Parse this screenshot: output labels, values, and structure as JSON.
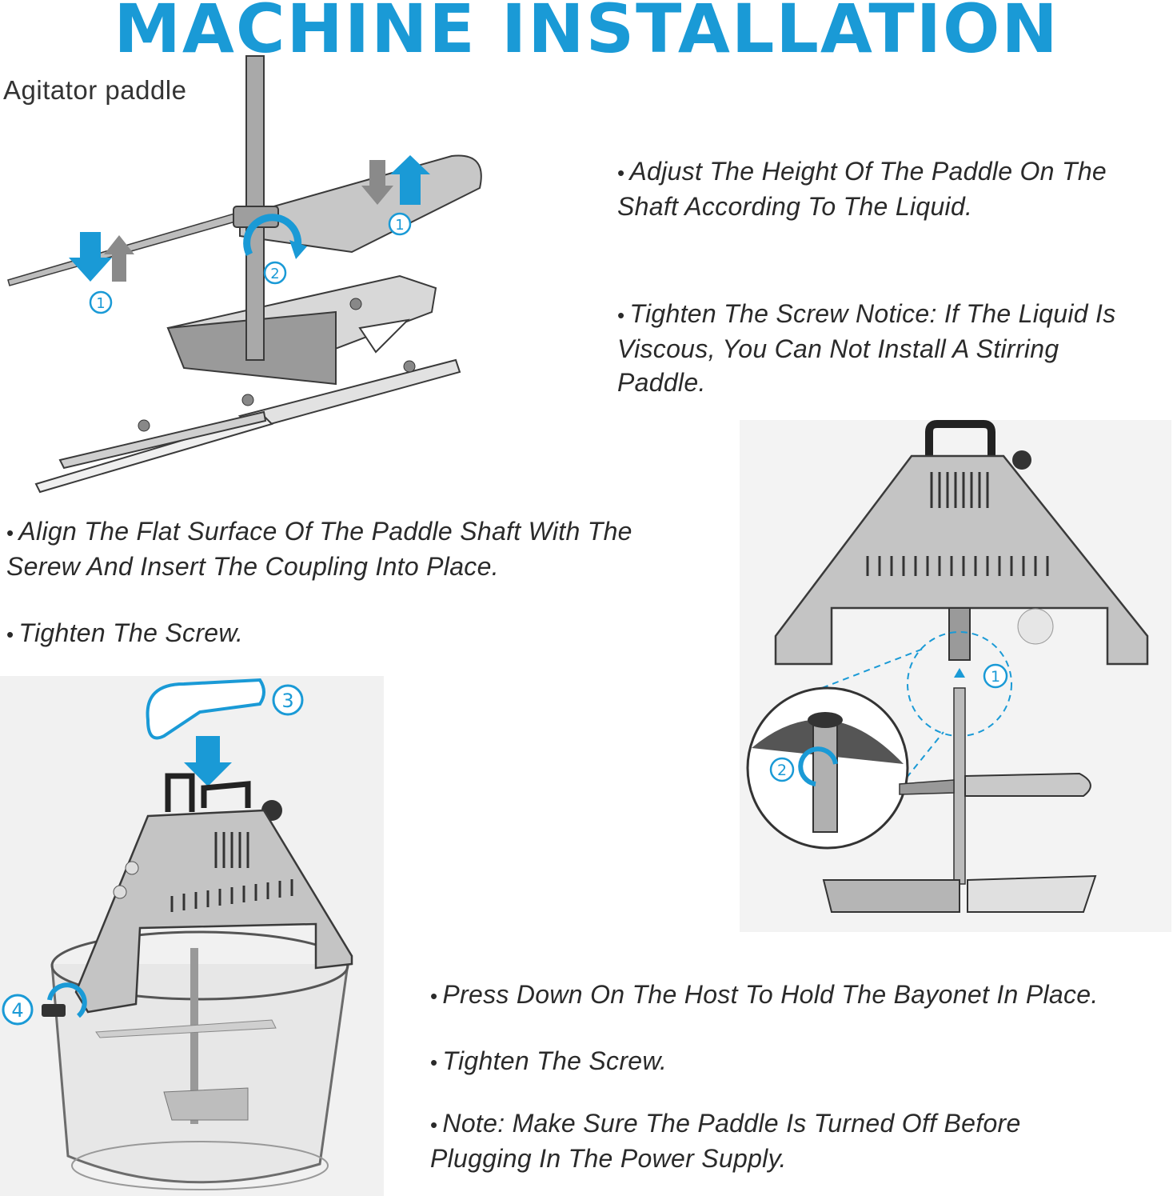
{
  "title": "MACHINE INSTALLATION",
  "figure1_label": "Agitator paddle",
  "instructions": {
    "step_a": "Adjust The Height Of The Paddle On The Shaft According To The Liquid.",
    "step_b": "Tighten The Screw Notice: If The Liquid Is Viscous, You Can Not Install A Stirring Paddle.",
    "step_c": "Align The Flat Surface Of The Paddle Shaft With The Serew And Insert The Coupling Into Place.",
    "step_d": "Tighten The Screw.",
    "step_e": "Press Down On The Host To Hold The Bayonet In Place.",
    "step_f": "Tighten The Screw.",
    "step_g": "Note: Make Sure The Paddle Is Turned Off Before Plugging In The Power Supply."
  },
  "bullet": "•",
  "callouts": {
    "c1": "1",
    "c2": "2",
    "c3": "3",
    "c4": "4"
  },
  "colors": {
    "accent": "#1a9ad6",
    "metal": "#b9b9b9",
    "metal_dark": "#7d7d7d",
    "outline": "#3a3a3a"
  }
}
